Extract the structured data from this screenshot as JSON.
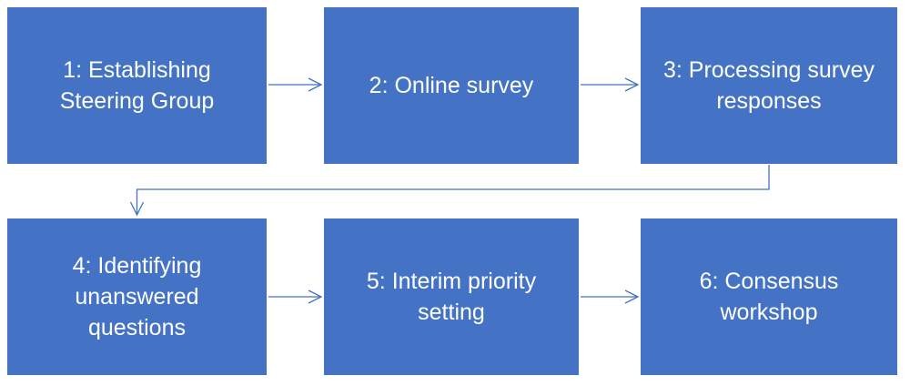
{
  "diagram": {
    "colors": {
      "background": "#ffffff",
      "box_fill": "#4472c4",
      "box_text": "#ffffff",
      "connector": "#4472c4"
    },
    "steps": [
      {
        "id": 1,
        "label": "1: Establishing\nSteering Group"
      },
      {
        "id": 2,
        "label": "2: Online survey"
      },
      {
        "id": 3,
        "label": "3: Processing survey\nresponses"
      },
      {
        "id": 4,
        "label": "4: Identifying\nunanswered\nquestions"
      },
      {
        "id": 5,
        "label": "5: Interim priority\nsetting"
      },
      {
        "id": 6,
        "label": "6: Consensus\nworkshop"
      }
    ],
    "connectors": [
      {
        "from": "step-1",
        "to": "step-2",
        "shape": "straight"
      },
      {
        "from": "step-2",
        "to": "step-3",
        "shape": "straight"
      },
      {
        "from": "step-3",
        "to": "step-4",
        "shape": "elbow"
      },
      {
        "from": "step-4",
        "to": "step-5",
        "shape": "straight"
      },
      {
        "from": "step-5",
        "to": "step-6",
        "shape": "straight"
      }
    ]
  }
}
